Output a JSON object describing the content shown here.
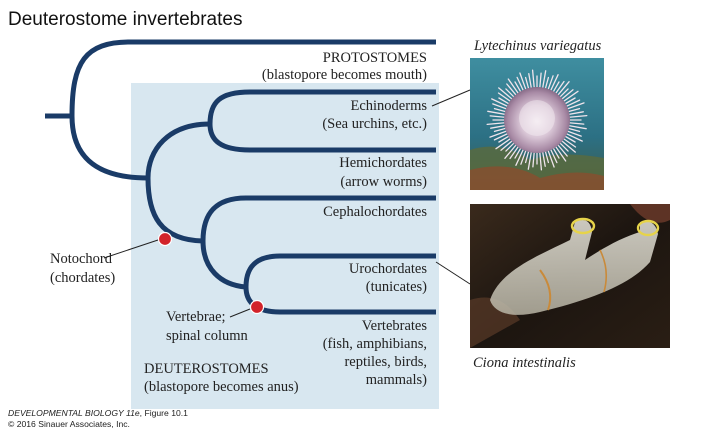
{
  "title": "Deuterostome invertebrates",
  "clades": {
    "protostomes": {
      "line1": "PROTOSTOMES",
      "line2": "(blastopore becomes mouth)"
    },
    "echinoderms": {
      "line1": "Echinoderms",
      "line2": "(Sea urchins, etc.)"
    },
    "hemichordates": {
      "line1": "Hemichordates",
      "line2": "(arrow worms)"
    },
    "cephalochordates": {
      "line1": "Cephalochordates"
    },
    "urochordates": {
      "line1": "Urochordates",
      "line2": "(tunicates)"
    },
    "vertebrates": {
      "line1": "Vertebrates",
      "line2": "(fish, amphibians,",
      "line3": "reptiles, birds,",
      "line4": "mammals)"
    }
  },
  "group_label": {
    "line1": "DEUTEROSTOMES",
    "line2": "(blastopore becomes anus)"
  },
  "traits": {
    "notochord": {
      "line1": "Notochord",
      "line2": "(chordates)"
    },
    "vertebrae": {
      "line1": "Vertebrae;",
      "line2": "spinal column"
    }
  },
  "photos": {
    "urchin": {
      "caption": "Lytechinus variegatus"
    },
    "ciona": {
      "caption": "Ciona intestinalis"
    }
  },
  "credit": {
    "book": "DEVELOPMENTAL BIOLOGY 11e",
    "figure": ", Figure 10.1",
    "copyright": "© 2016 Sinauer Associates, Inc."
  },
  "colors": {
    "branch": "#1a3b67",
    "deuterostome_box": "#d8e7f0",
    "trait_marker": "#d2232a"
  }
}
